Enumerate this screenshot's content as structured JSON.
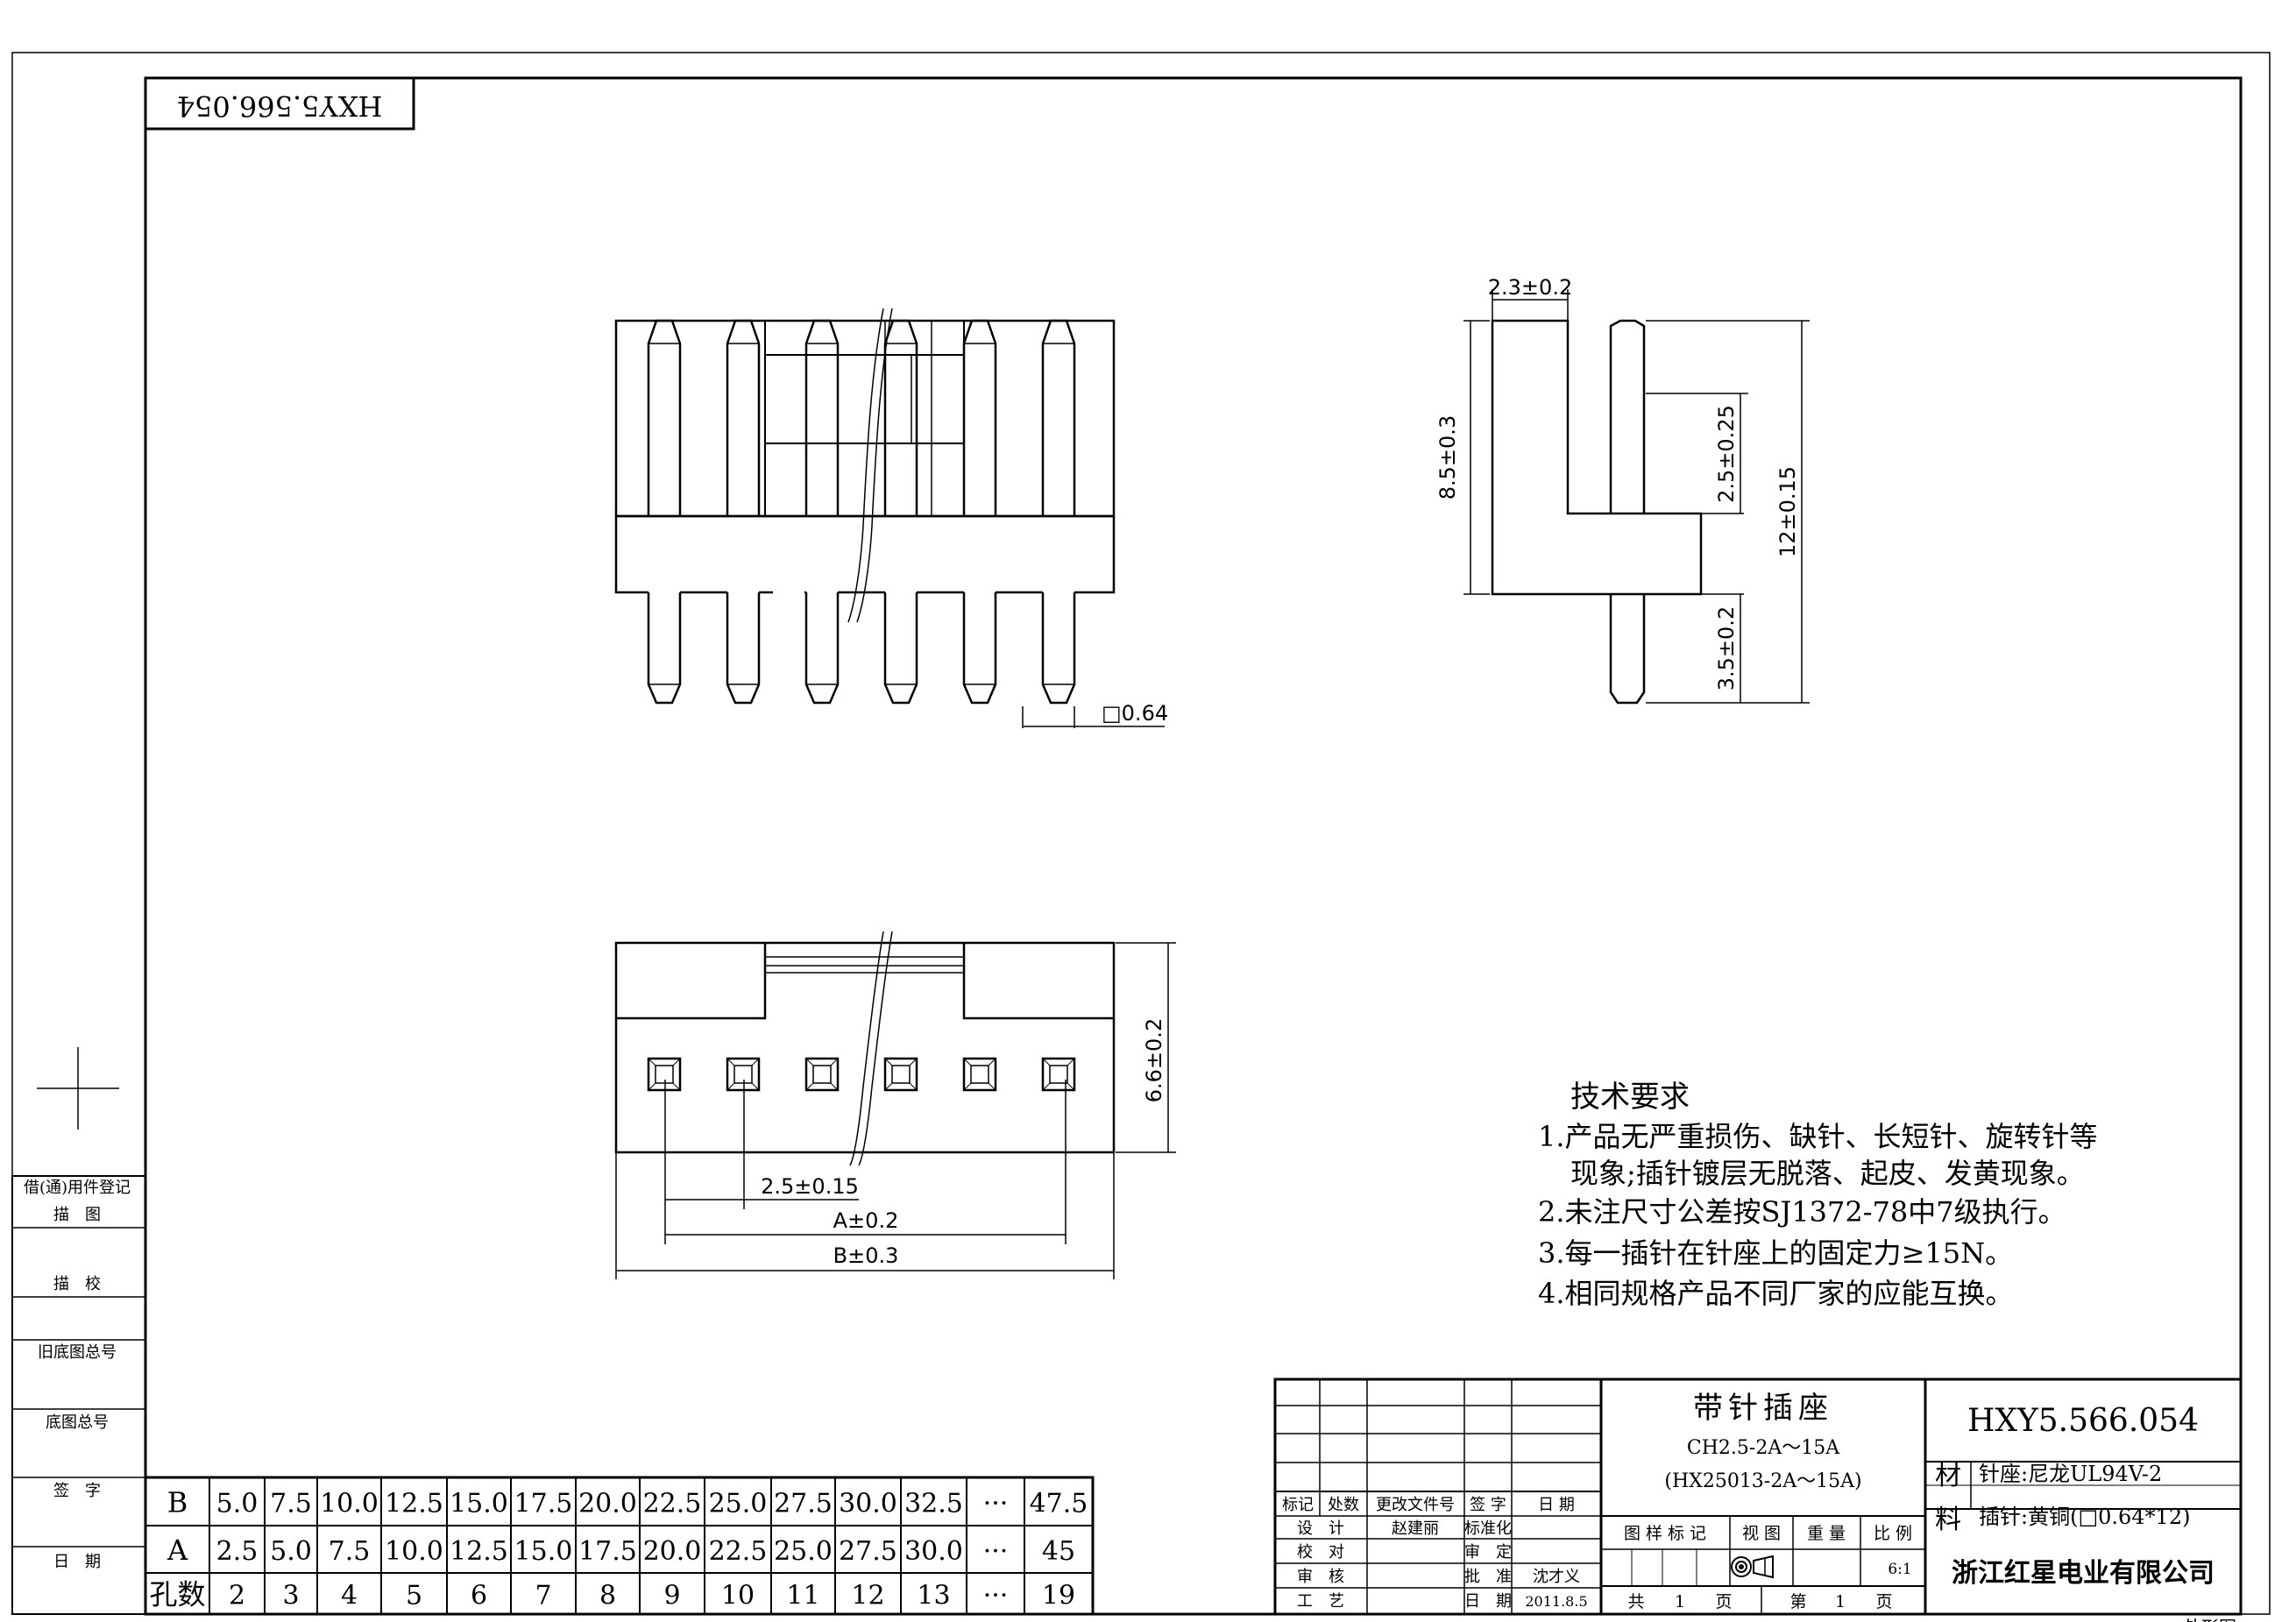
{
  "drawing_number": "HXY5.566.054",
  "drawing_number_mirrored": "HXY5.566.054",
  "left_strip": {
    "items": [
      "借(通)用件登记",
      "描　图",
      "描　校",
      "旧底图总号",
      "底图总号",
      "签　字",
      "日　期"
    ]
  },
  "dimensions": {
    "front_pin": "□0.64",
    "side_width": "2.3±0.2",
    "side_height": "8.5±0.3",
    "side_pin_top": "2.5±0.25",
    "side_total": "12±0.15",
    "side_pin_bottom": "3.5±0.2",
    "bottom_height": "6.6±0.2",
    "pitch": "2.5±0.15",
    "dim_a": "A±0.2",
    "dim_b": "B±0.3"
  },
  "tech_requirements": {
    "heading": "技术要求",
    "items": [
      "1.产品无严重损伤、缺针、长短针、旋转针等",
      "现象;插针镀层无脱落、起皮、发黄现象。",
      "2.未注尺寸公差按SJ1372-78中7级执行。",
      "3.每一插针在针座上的固定力≥15N。",
      "4.相同规格产品不同厂家的应能互换。"
    ]
  },
  "size_table": {
    "rows": [
      {
        "label": "B",
        "values": [
          "5.0",
          "7.5",
          "10.0",
          "12.5",
          "15.0",
          "17.5",
          "20.0",
          "22.5",
          "25.0",
          "27.5",
          "30.0",
          "32.5",
          "···",
          "47.5"
        ]
      },
      {
        "label": "A",
        "values": [
          "2.5",
          "5.0",
          "7.5",
          "10.0",
          "12.5",
          "15.0",
          "17.5",
          "20.0",
          "22.5",
          "25.0",
          "27.5",
          "30.0",
          "···",
          "45"
        ]
      },
      {
        "label": "孔数",
        "values": [
          "2",
          "3",
          "4",
          "5",
          "6",
          "7",
          "8",
          "9",
          "10",
          "11",
          "12",
          "13",
          "···",
          "19"
        ]
      }
    ]
  },
  "title_block": {
    "revision_header": [
      "标记",
      "处数",
      "更改文件号",
      "签 字",
      "日 期"
    ],
    "design_label": "设　计",
    "designer": "赵建丽",
    "standardize_label": "标准化",
    "check_label": "校　对",
    "review2_label": "审　定",
    "audit_label": "审　核",
    "approve_label": "批　准",
    "approver": "沈才义",
    "process_label": "工　艺",
    "date_label": "日　期",
    "date": "2011.8.5",
    "product_name": "带针插座",
    "spec_line1": "CH2.5-2A～15A",
    "spec_line2": "(HX25013-2A～15A)",
    "attr_labels": [
      "图 样 标 记",
      "视 图",
      "重 量",
      "比 例"
    ],
    "scale": "6:1",
    "sheets_total_prefix": "共",
    "sheets_total": "1",
    "page_suffix_1": "页",
    "sheet_no_prefix": "第",
    "sheet_no": "1",
    "page_suffix_2": "页",
    "material_char_1": "材",
    "material_char_2": "料",
    "material_1": "针座:尼龙UL94V-2",
    "material_2": "插针:黄铜(□0.64*12)",
    "company": "浙江红星电业有限公司",
    "sheet_type": "外形图"
  }
}
